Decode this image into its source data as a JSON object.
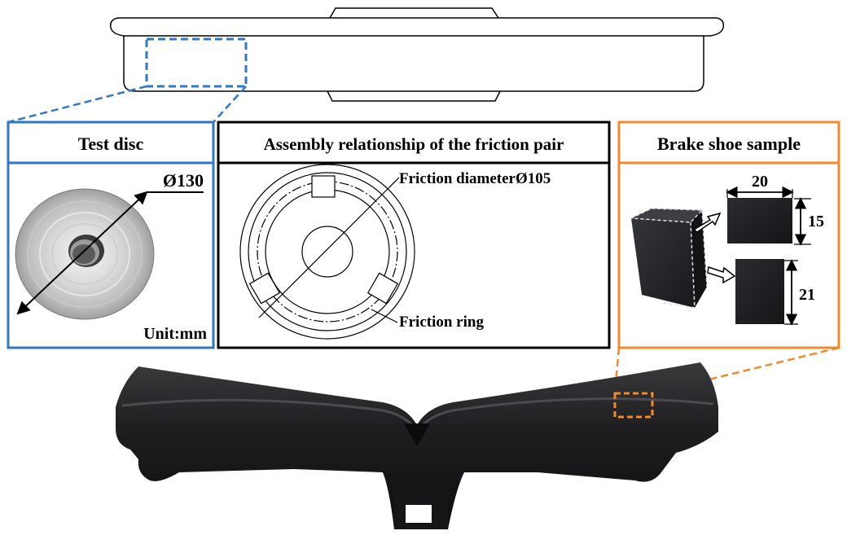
{
  "panels": {
    "test_disc": {
      "title": "Test disc",
      "diameter_label": "Ø130",
      "unit_label": "Unit:mm",
      "frame_color": "#2f78c8"
    },
    "assembly": {
      "title": "Assembly relationship of the friction pair",
      "friction_diameter_label": "Friction diameterØ105",
      "friction_ring_label": "Friction ring",
      "frame_color": "#000000"
    },
    "brake_shoe_sample": {
      "title": "Brake shoe sample",
      "width_label": "20",
      "height_label": "15",
      "depth_label": "21",
      "frame_color": "#f08a2c"
    }
  },
  "colors": {
    "disc_blue": "#2f78c8",
    "shoe_orange": "#f08a2c",
    "metal_light": "#d8d8d8",
    "metal_dark": "#9a9a9a",
    "shoe_black": "#1c1c1e"
  }
}
